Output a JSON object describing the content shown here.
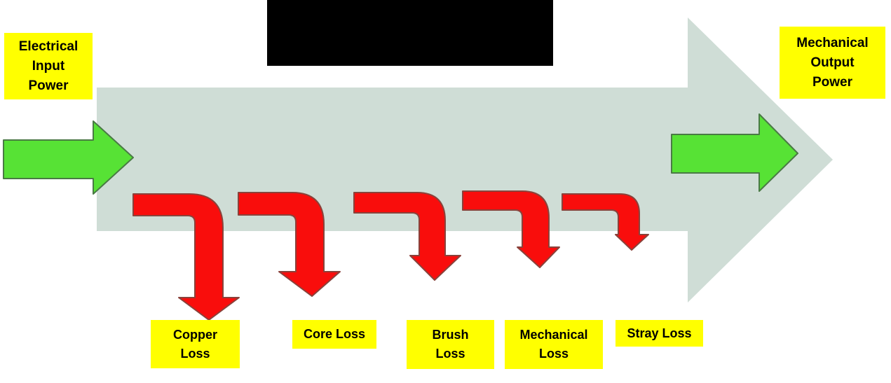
{
  "diagram": {
    "input_label": "Electrical\nInput\nPower",
    "output_label": "Mechanical\nOutput\nPower",
    "losses": [
      {
        "label": "Copper\nLoss"
      },
      {
        "label": "Core Loss"
      },
      {
        "label": "Brush\nLoss"
      },
      {
        "label": "Mechanical\nLoss"
      },
      {
        "label": "Stray Loss"
      }
    ],
    "colors": {
      "flow_band_gray": "#CFDDD6",
      "power_arrow_green": "#57E235",
      "power_arrow_outline": "#4A7A45",
      "loss_arrow_red": "#F90D0C",
      "loss_arrow_outline": "#8A423B",
      "label_background_yellow": "#FFFF00",
      "label_text_black": "#000000",
      "redacted_block_black": "#000000"
    }
  }
}
